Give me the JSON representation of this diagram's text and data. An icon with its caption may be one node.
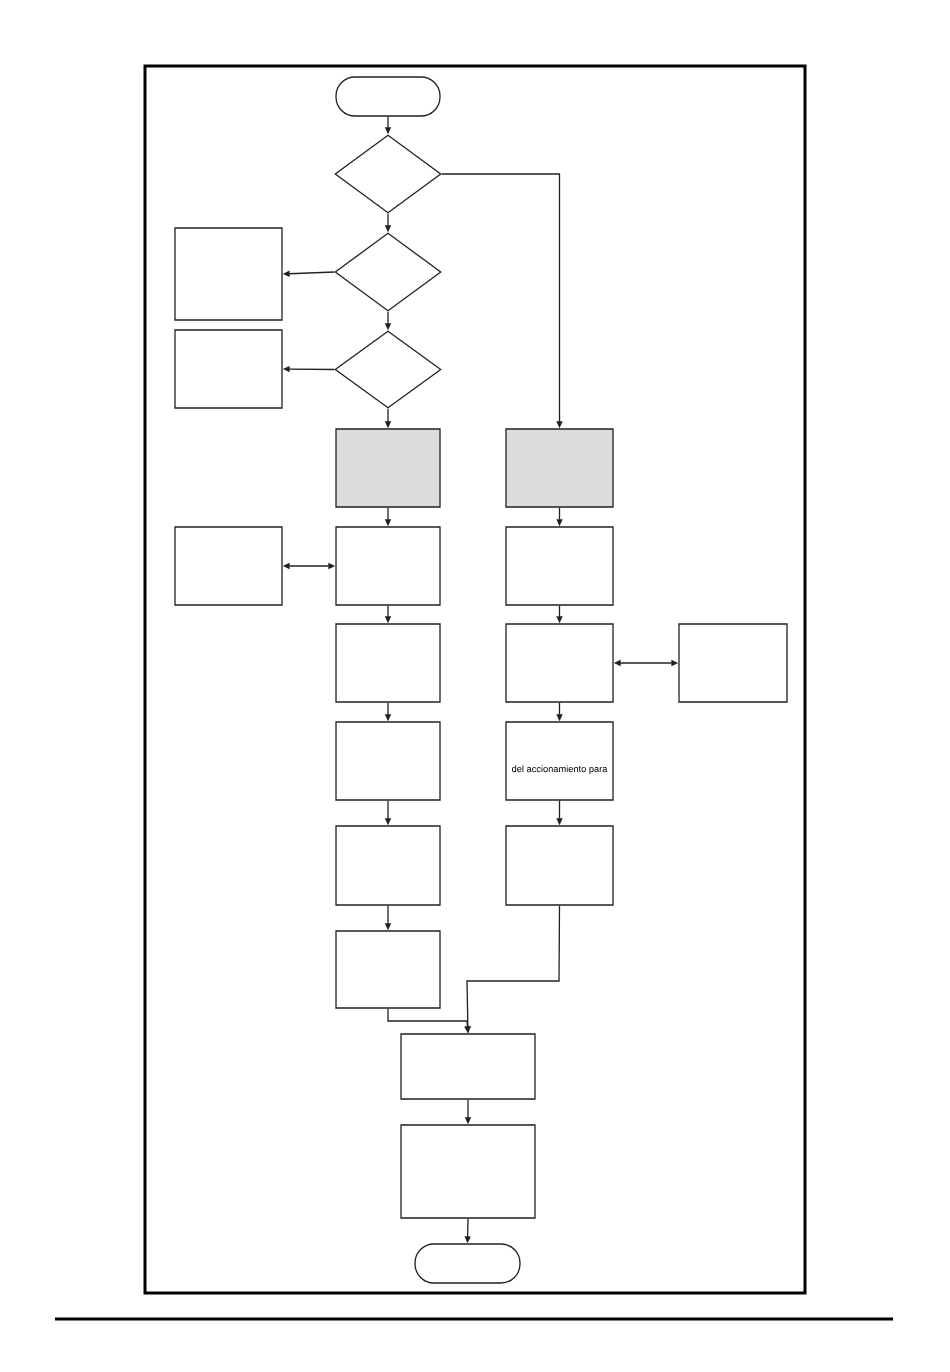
{
  "diagram": {
    "nodes": [
      {
        "text": [],
        "shape": "oval"
      },
      {
        "text": [],
        "shape": "diamond"
      },
      {
        "text": [],
        "shape": "box"
      },
      {
        "text": [],
        "shape": "diamond"
      },
      {
        "text": [],
        "shape": "box"
      },
      {
        "text": [],
        "shape": "diamond"
      },
      {
        "text": [],
        "shape": "box"
      },
      {
        "text": [],
        "shape": "box"
      },
      {
        "text": [],
        "shape": "box"
      },
      {
        "text": [],
        "shape": "box"
      },
      {
        "text": [],
        "shape": "box"
      },
      {
        "text": [],
        "shape": "box"
      },
      {
        "text": [],
        "shape": "box"
      },
      {
        "text": [],
        "shape": "box"
      },
      {
        "text": [],
        "shape": "box"
      },
      {
        "text": [
          "del accionamiento para"
        ]
      },
      {
        "text": [],
        "shape": "box"
      },
      {
        "text": [],
        "shape": "box"
      },
      {
        "text": [],
        "shape": "box"
      },
      {
        "text": [],
        "shape": "box"
      },
      {
        "text": [],
        "shape": "box"
      },
      {
        "text": [],
        "shape": "oval"
      }
    ],
    "edges": [
      {
        "from": 0,
        "to": 1,
        "arrow": "to"
      },
      {
        "from": 1,
        "to": 3,
        "arrow": "to"
      },
      {
        "from": 1,
        "to": 7,
        "arrow": "to"
      },
      {
        "from": 3,
        "to": 2,
        "arrow": "to"
      },
      {
        "from": 3,
        "to": 5,
        "arrow": "to"
      },
      {
        "from": 5,
        "to": 4,
        "arrow": "to"
      },
      {
        "from": 5,
        "to": 6,
        "arrow": "to"
      },
      {
        "from": 6,
        "to": 9,
        "arrow": "to"
      },
      {
        "from": 7,
        "to": 10,
        "arrow": "to"
      },
      {
        "from": 9,
        "to": 8,
        "arrow": "both"
      },
      {
        "from": 9,
        "to": 11,
        "arrow": "to"
      },
      {
        "from": 11,
        "to": 14,
        "arrow": "to"
      },
      {
        "from": 14,
        "to": 16,
        "arrow": "to"
      },
      {
        "from": 16,
        "to": 18,
        "arrow": "to"
      },
      {
        "from": 10,
        "to": 12,
        "arrow": "to"
      },
      {
        "from": 12,
        "to": 13,
        "arrow": "both"
      },
      {
        "from": 12,
        "to": 15,
        "arrow": "to"
      },
      {
        "from": 15,
        "to": 17,
        "arrow": "to"
      },
      {
        "from": 18,
        "to": 19,
        "arrow": "to"
      },
      {
        "from": 17,
        "to": 19,
        "arrow": "to"
      },
      {
        "from": 19,
        "to": 20,
        "arrow": "to"
      },
      {
        "from": 20,
        "to": 21,
        "arrow": "to"
      }
    ]
  }
}
